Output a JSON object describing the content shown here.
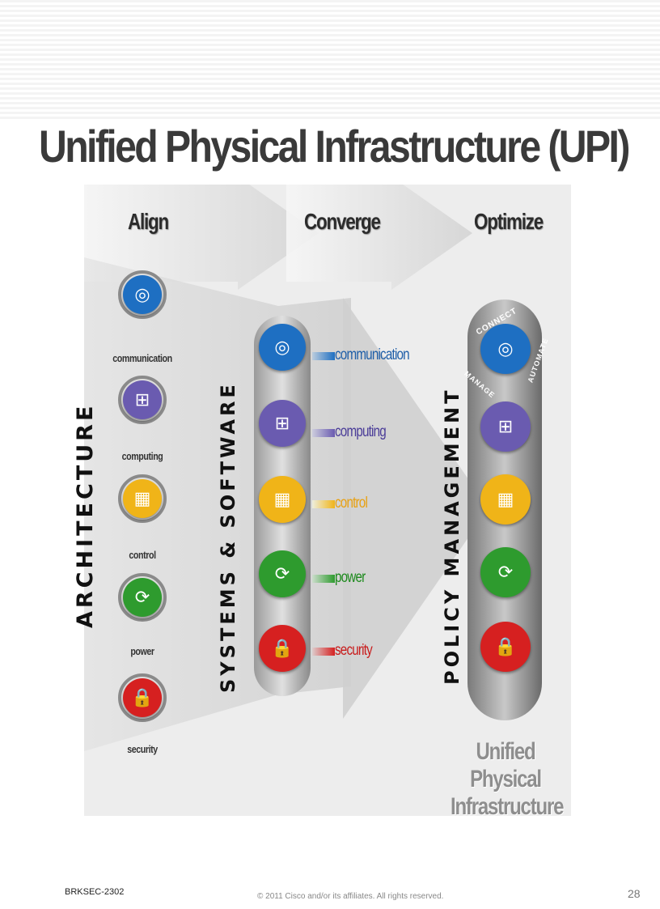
{
  "title": "Unified Physical Infrastructure (UPI)",
  "phases": [
    "Align",
    "Converge",
    "Optimize"
  ],
  "vertical_labels": {
    "architecture": "ARCHITECTURE",
    "systems": "SYSTEMS & SOFTWARE",
    "policy": "POLICY MANAGEMENT"
  },
  "functions": [
    {
      "label": "communication",
      "icon": "spiral-icon",
      "color": "#1e6fc2"
    },
    {
      "label": "computing",
      "icon": "network-computers-icon",
      "color": "#6a5bb0"
    },
    {
      "label": "control",
      "icon": "control-panel-icon",
      "color": "#f0b418"
    },
    {
      "label": "power",
      "icon": "power-plug-icon",
      "color": "#2e9b2e"
    },
    {
      "label": "security",
      "icon": "padlock-icon",
      "color": "#d62020"
    }
  ],
  "ring_labels": {
    "connect": "CONNECT",
    "manage": "MANAGE",
    "automate": "AUTOMATE"
  },
  "caption": {
    "line1": "Unified Physical",
    "line2": "Infrastructure"
  },
  "footer": {
    "session_code": "BRKSEC-2302",
    "copyright": "© 2011 Cisco and/or its affiliates. All rights reserved.",
    "page_number": "28"
  }
}
